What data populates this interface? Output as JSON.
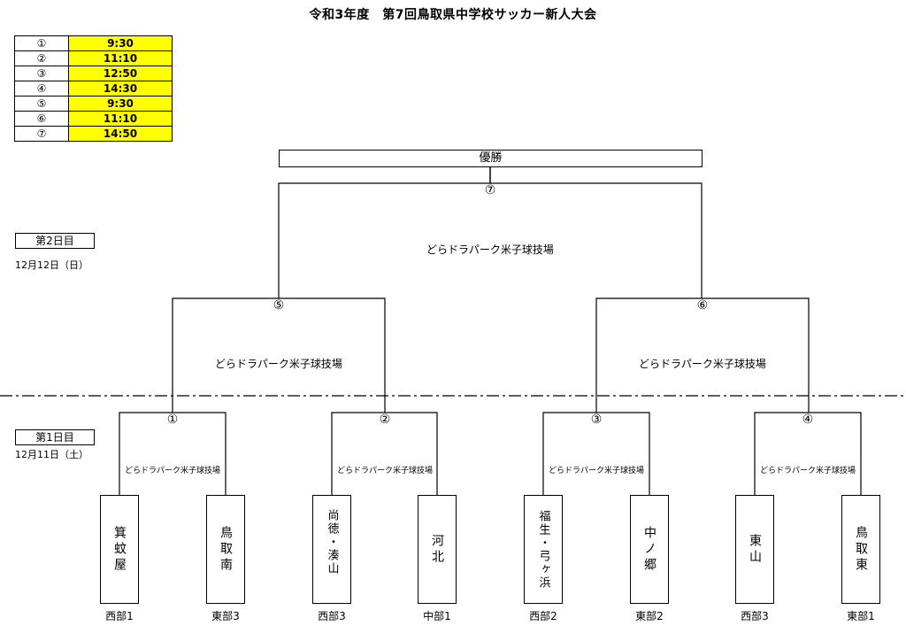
{
  "title": "令和3年度　第7回鳥取県中学校サッカー新人大会",
  "schedule": [
    {
      "num": "①",
      "time": "9:30"
    },
    {
      "num": "②",
      "time": "11:10"
    },
    {
      "num": "③",
      "time": "12:50"
    },
    {
      "num": "④",
      "time": "14:30"
    },
    {
      "num": "⑤",
      "time": "9:30"
    },
    {
      "num": "⑥",
      "time": "11:10"
    },
    {
      "num": "⑦",
      "time": "14:50"
    }
  ],
  "day2": {
    "label": "第2日目",
    "date": "12月12日（日）"
  },
  "day1": {
    "label": "第1日目",
    "date": "12月11日（土）"
  },
  "final": {
    "label": "優勝",
    "match": "⑦",
    "venue": "どらドラパーク米子球技場"
  },
  "semis": [
    {
      "match": "⑤",
      "venue": "どらドラパーク米子球技場"
    },
    {
      "match": "⑥",
      "venue": "どらドラパーク米子球技場"
    }
  ],
  "round1": [
    {
      "match": "①",
      "venue": "どらドラパーク米子球技場"
    },
    {
      "match": "②",
      "venue": "どらドラパーク米子球技場"
    },
    {
      "match": "③",
      "venue": "どらドラパーク米子球技場"
    },
    {
      "match": "④",
      "venue": "どらドラパーク米子球技場"
    }
  ],
  "teams": [
    {
      "name": "箕蚊屋",
      "region": "西部1"
    },
    {
      "name": "鳥取南",
      "region": "東部3"
    },
    {
      "name": "尚徳・湊山",
      "region": "西部3"
    },
    {
      "name": "河北",
      "region": "中部1"
    },
    {
      "name": "福生・弓ヶ浜",
      "region": "西部2"
    },
    {
      "name": "中ノ郷",
      "region": "東部2"
    },
    {
      "name": "東山",
      "region": "西部3"
    },
    {
      "name": "鳥取東",
      "region": "東部1"
    }
  ],
  "colors": {
    "time_bg": "#ffff00",
    "line": "#000000"
  }
}
